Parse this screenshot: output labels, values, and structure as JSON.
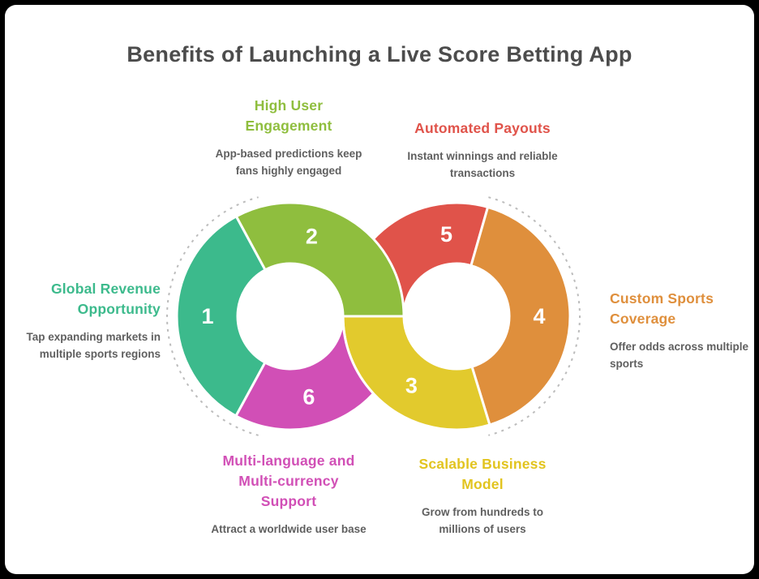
{
  "title": "Benefits of Launching a Live Score Betting App",
  "callouts": [
    {
      "id": "high-user-engagement",
      "heading": "High User\nEngagement",
      "desc": "App-based predictions keep\nfans highly engaged",
      "color": "#8fbe3e"
    },
    {
      "id": "automated-payouts",
      "heading": "Automated Payouts",
      "desc": "Instant winnings and reliable\ntransactions",
      "color": "#e0534a"
    },
    {
      "id": "global-revenue-opportunity",
      "heading": "Global Revenue\nOpportunity",
      "desc": "Tap expanding markets in\nmultiple sports regions",
      "color": "#3cba8c"
    },
    {
      "id": "custom-sports-coverage",
      "heading": "Custom Sports\nCoverage",
      "desc": "Offer odds across multiple\nsports",
      "color": "#df8f3c"
    },
    {
      "id": "multi-language-support",
      "heading": "Multi-language and\nMulti-currency\nSupport",
      "desc": "Attract a worldwide user base",
      "color": "#d14fb6"
    },
    {
      "id": "scalable-business-model",
      "heading": "Scalable Business\nModel",
      "desc": "Grow from hundreds to\nmillions of users",
      "color": "#e2c41f"
    }
  ],
  "chart_data": {
    "type": "infinity-donut",
    "description": "Two interlocking donut rings forming a figure-eight with six numbered benefit segments",
    "geometry": {
      "left_center": [
        352,
        384
      ],
      "right_center": [
        557,
        384
      ],
      "outer_radius": 140,
      "inner_radius": 65,
      "number_radius": 102
    },
    "segments": [
      {
        "number": "5",
        "donut": "right",
        "start": 270,
        "end": 376,
        "color": "#e0534a",
        "number_angle": 353,
        "label": "Automated Payouts"
      },
      {
        "number": "4",
        "donut": "right",
        "start": 16,
        "end": 163,
        "color": "#df8f3c",
        "number_angle": 90,
        "label": "Custom Sports Coverage"
      },
      {
        "number": "3",
        "donut": "right",
        "start": 163,
        "end": 270,
        "color": "#e2ca2d",
        "number_angle": 213,
        "label": "Scalable Business Model"
      },
      {
        "number": "1",
        "donut": "left",
        "start": 208.6,
        "end": 331.6,
        "color": "#3cba8c",
        "number_angle": 270,
        "label": "Global Revenue Opportunity"
      },
      {
        "number": "2",
        "donut": "left",
        "start": 331.6,
        "end": 450,
        "color": "#8fbe3e",
        "number_angle": 15,
        "label": "High User Engagement"
      },
      {
        "number": "6",
        "donut": "left",
        "start": 133,
        "end": 208.6,
        "color": "#d14fb6",
        "number_angle": 167,
        "label": "Multi-language and Multi-currency Support",
        "curved_start": true
      }
    ],
    "decor_arcs": [
      {
        "donut": "left",
        "start": 195,
        "end": 345,
        "radius": 152
      },
      {
        "donut": "right",
        "start": 15,
        "end": 165,
        "radius": 152
      }
    ],
    "decor_color": "#b5b5b5",
    "stroke_color": "#ffffff"
  }
}
